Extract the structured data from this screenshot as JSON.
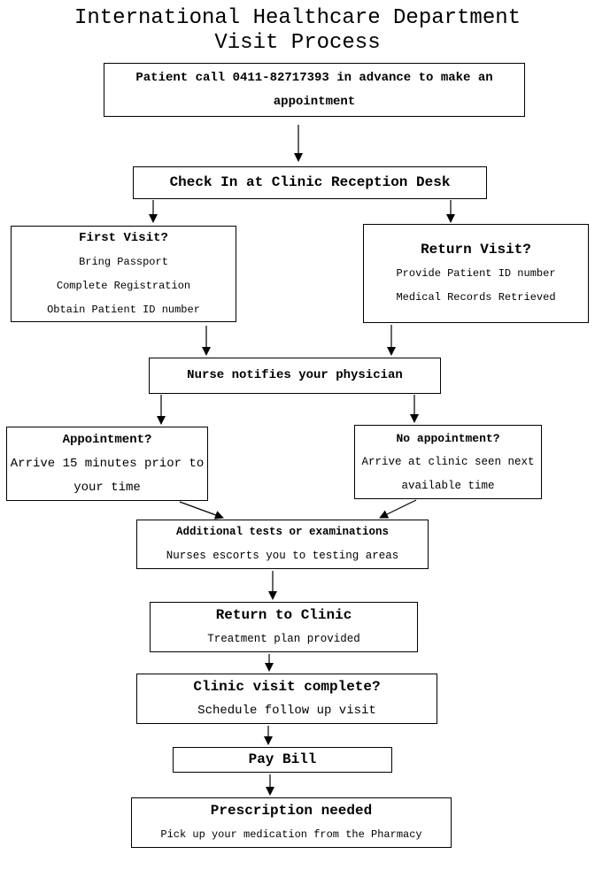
{
  "page": {
    "title_line1": "International Healthcare Department",
    "title_line2": "Visit Process"
  },
  "nodes": {
    "call_ahead": {
      "line1": "Patient call 0411-82717393 in advance to make an",
      "line2": "appointment"
    },
    "check_in": {
      "title": "Check In at Clinic Reception Desk"
    },
    "first_visit": {
      "title": "First Visit?",
      "line1": "Bring Passport",
      "line2": "Complete Registration",
      "line3": "Obtain Patient ID number"
    },
    "return_visit": {
      "title": "Return Visit?",
      "line1": "Provide Patient ID number",
      "line2": "Medical Records Retrieved"
    },
    "nurse_notifies": {
      "title": "Nurse notifies your physician"
    },
    "appointment": {
      "title": "Appointment?",
      "line1": "Arrive 15 minutes prior to",
      "line2": "your time"
    },
    "no_appointment": {
      "title": "No appointment?",
      "line1": "Arrive at clinic seen next",
      "line2": "available time"
    },
    "additional_tests": {
      "title": "Additional tests or examinations",
      "line1": "Nurses escorts you to testing areas"
    },
    "return_to_clinic": {
      "title": "Return to Clinic",
      "line1": "Treatment plan provided"
    },
    "visit_complete": {
      "title": "Clinic visit complete?",
      "line1": "Schedule follow up visit"
    },
    "pay_bill": {
      "title": "Pay Bill"
    },
    "prescription": {
      "title": "Prescription needed",
      "line1": "Pick up your medication from the Pharmacy"
    }
  },
  "colors": {
    "ink": "#000000",
    "paper": "#ffffff"
  }
}
